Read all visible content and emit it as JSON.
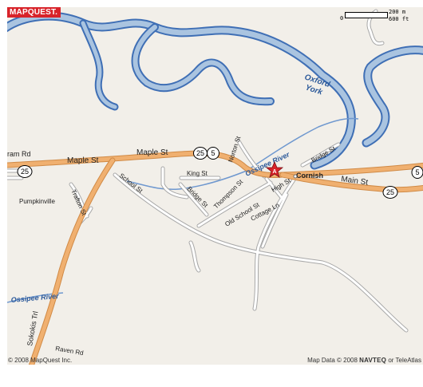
{
  "brand": {
    "logo_text": "MAPQUEST."
  },
  "scale": {
    "zero": "0",
    "meters": "200 m",
    "feet": "600 ft"
  },
  "footer": {
    "copyright": "© 2008 MapQuest Inc.",
    "data_prefix": "Map Data © 2008",
    "data_brand": "NAVTEQ",
    "data_suffix": "or TeleAtlas"
  },
  "labels": {
    "river_oxford": "Oxford",
    "river_york": "York",
    "ossipee_top": "Ossipee River",
    "ossipee_left": "Ossipee River",
    "ram_rd": "ram Rd",
    "maple_st_1": "Maple St",
    "maple_st_2": "Maple St",
    "norton_st": "Norton St",
    "king_st": "King St",
    "school_st": "School St",
    "bridge_st_1": "Bridge St",
    "thompson_st": "Thompson St",
    "bridge_st_2": "Bridge St",
    "high_st": "High St",
    "cornish": "Cornish",
    "main_st": "Main St",
    "old_school_st": "Old School St",
    "cottage_ln": "Cottage Ln",
    "pumpkinville": "Pumpkinville",
    "trafton_st": "Trafton St",
    "sokokis_trl": "Sokokis Trl",
    "raven_rd": "Raven Rd"
  },
  "shields": {
    "route_25_left": "25",
    "route_25_center": "25",
    "route_5_center": "5",
    "route_25_right": "25",
    "route_5_right": "5"
  },
  "marker": {
    "letter": "A"
  },
  "colors": {
    "land": "#f2efe9",
    "water_fill": "#aac4e0",
    "water_edge": "#3f6fb5",
    "river_text": "#2d5a9a",
    "highway": "#f0b070",
    "highway_edge": "#d08a46",
    "road": "#ffffff",
    "road_edge": "#a8a8a8",
    "marker": "#d8232a",
    "brand_bg": "#d8232a"
  }
}
